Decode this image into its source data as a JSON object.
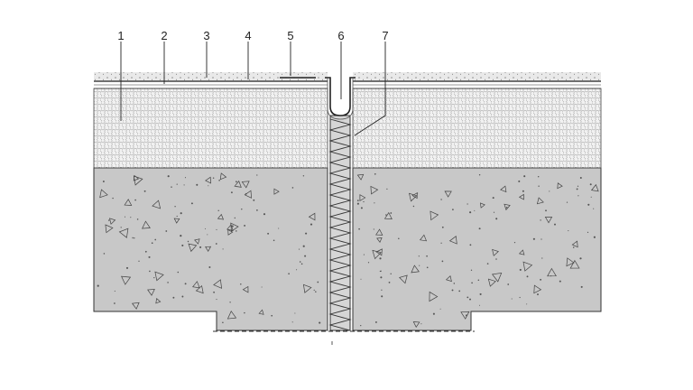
{
  "callouts": [
    {
      "label": "1"
    },
    {
      "label": "2"
    },
    {
      "label": "3"
    },
    {
      "label": "4"
    },
    {
      "label": "5"
    },
    {
      "label": "6"
    },
    {
      "label": "7"
    }
  ],
  "colors": {
    "concrete": "#c8c8c8",
    "insulation": "#f1f1f1",
    "screed": "#e9e9e9",
    "membrane": "#6e6e6e",
    "outline": "#333333",
    "joint_filler": "#cfcfcf"
  }
}
